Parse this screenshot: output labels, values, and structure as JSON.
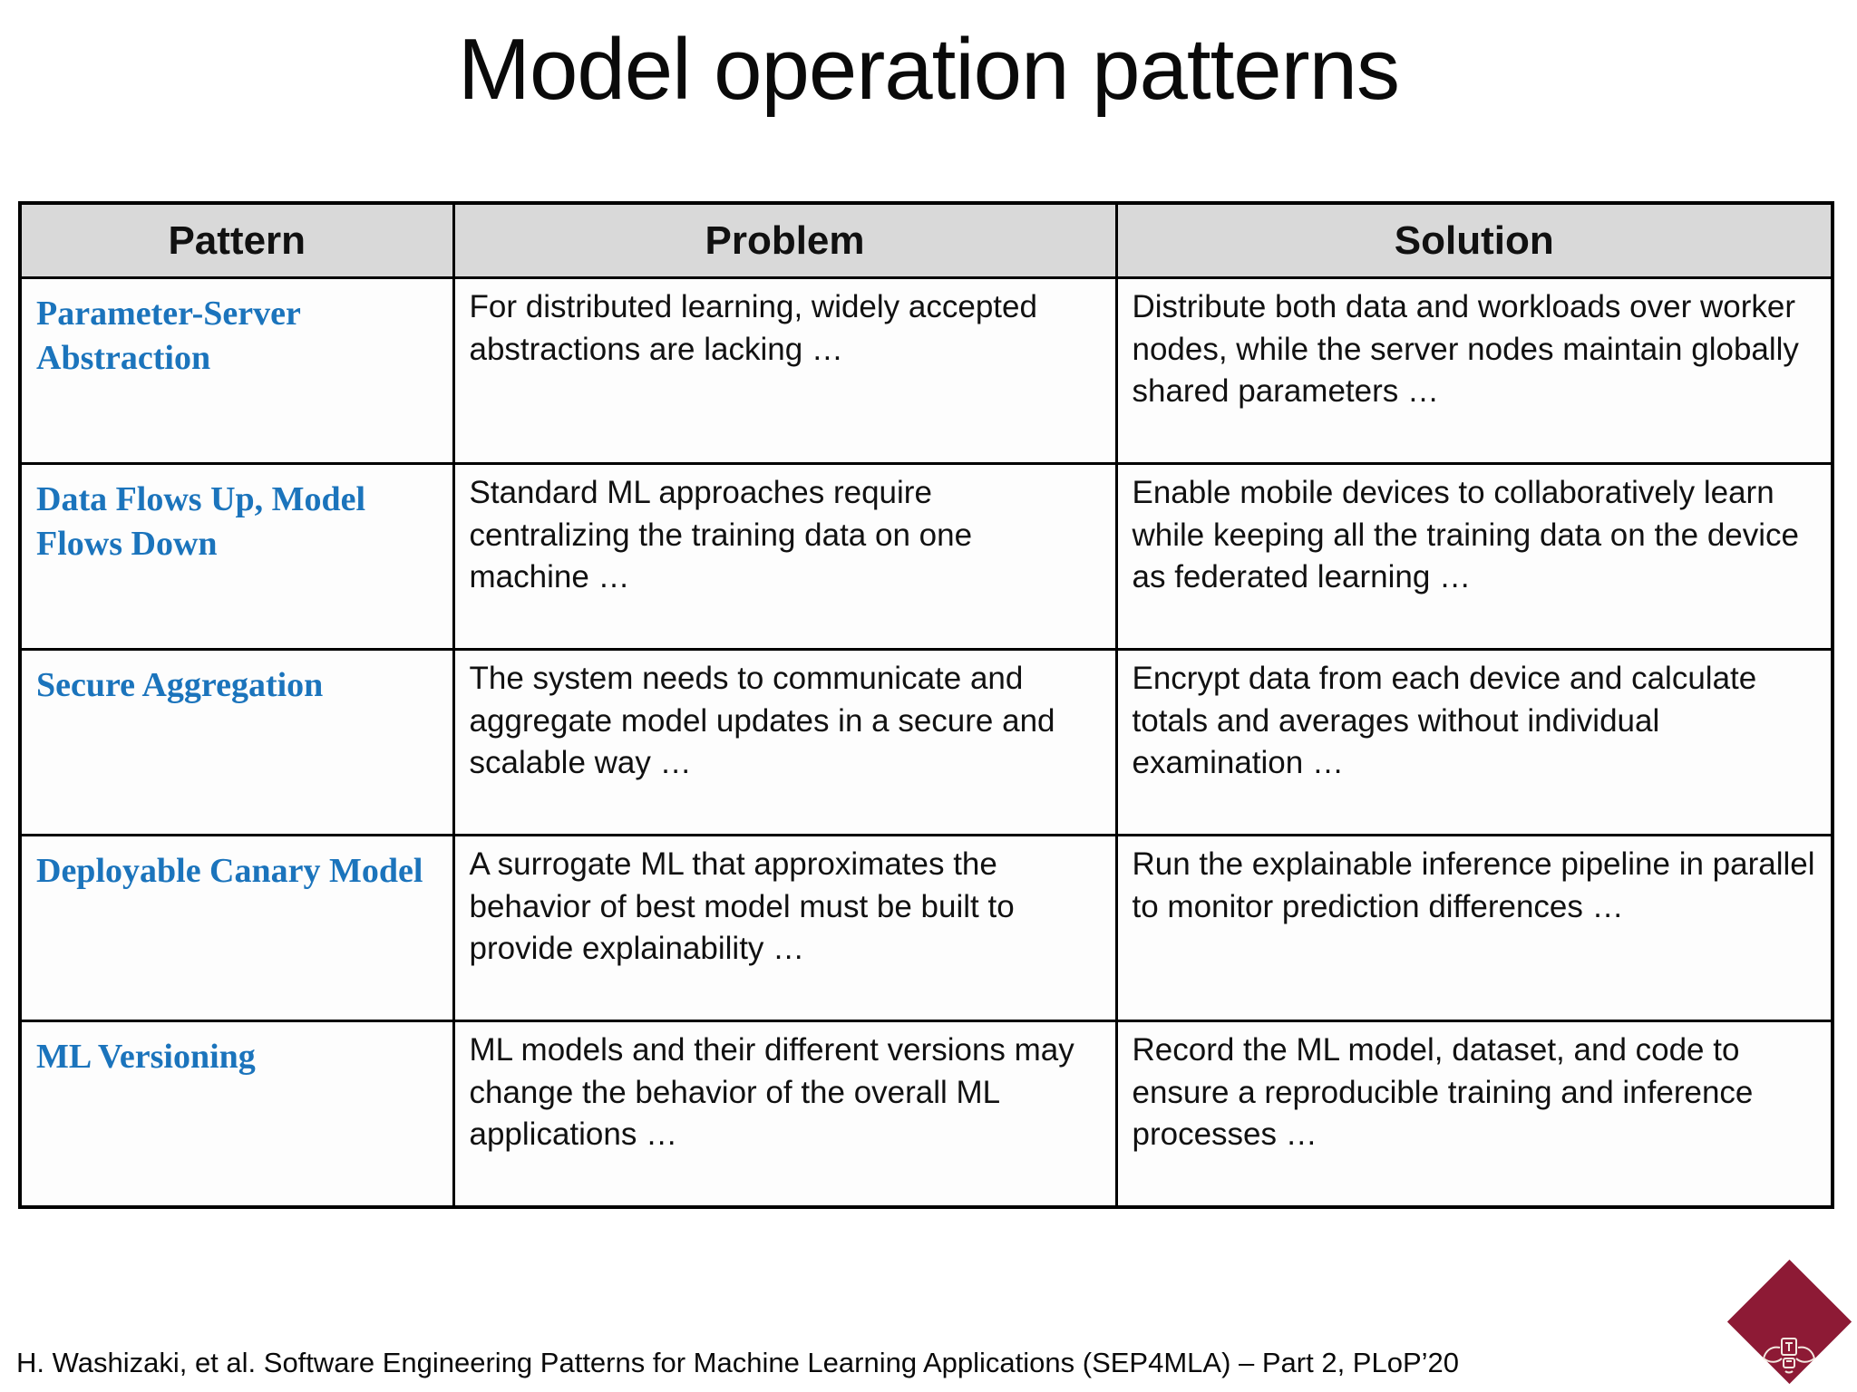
{
  "slide": {
    "title": "Model operation patterns",
    "footer": "H. Washizaki, et al. Software Engineering Patterns for Machine Learning Applications (SEP4MLA) – Part 2, PLoP’20"
  },
  "colors": {
    "pattern_name_blue": "#1b74bc",
    "header_gray": "#d9d9d9",
    "logo_maroon": "#8d1a35"
  },
  "table": {
    "headers": [
      "Pattern",
      "Problem",
      "Solution"
    ],
    "rows": [
      {
        "pattern": "Parameter-Server Abstraction",
        "problem": "For distributed learning, widely accepted abstractions are lacking …",
        "solution": "Distribute both data and workloads over worker nodes, while the server nodes maintain globally shared parameters …"
      },
      {
        "pattern": "Data Flows Up, Model Flows Down",
        "problem": "Standard ML approaches require centralizing the training data on one machine …",
        "solution": "Enable mobile devices to collaboratively learn while keeping all the training data on the device as federated learning …"
      },
      {
        "pattern": "Secure Aggregation",
        "problem": "The system needs to communicate and aggregate model updates in a secure and scalable way …",
        "solution": "Encrypt data from each device and calculate totals and averages without individual examination …"
      },
      {
        "pattern": "Deployable Canary Model",
        "problem": "A surrogate ML that approximates the behavior of best model must be built to provide explainability …",
        "solution": "Run the explainable inference pipeline in parallel to monitor prediction differences …"
      },
      {
        "pattern": "ML Versioning",
        "problem": "ML models and their different versions may change the behavior of the overall ML applications …",
        "solution": "Record the ML model, dataset, and code to ensure a reproducible training and inference processes …"
      }
    ]
  },
  "logo": {
    "name": "university-crest-diamond"
  }
}
